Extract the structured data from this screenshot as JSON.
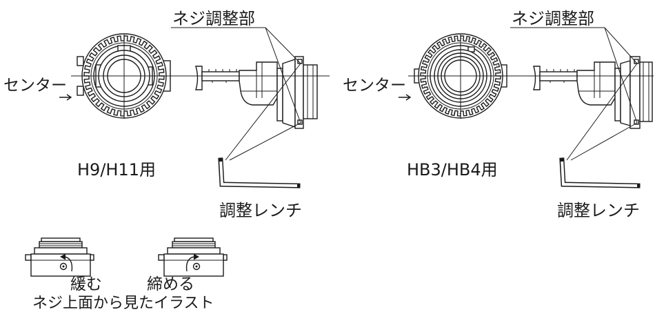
{
  "diagrams": [
    {
      "adjust_screw_label": "ネジ調整部",
      "center_label": "センター",
      "bulb_type": "H9/H11用",
      "wrench_label": "調整レンチ"
    },
    {
      "adjust_screw_label": "ネジ調整部",
      "center_label": "センター",
      "bulb_type": "HB3/HB4用",
      "wrench_label": "調整レンチ"
    }
  ],
  "screw_top_view": {
    "loosen_label": "緩む",
    "tighten_label": "締める",
    "caption": "ネジ上面から見たイラスト"
  },
  "colors": {
    "line": "#1a1a1a",
    "background": "#ffffff"
  }
}
